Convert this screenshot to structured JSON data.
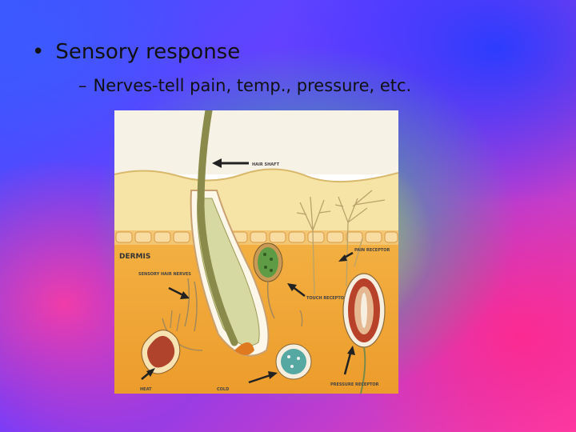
{
  "slide": {
    "bullet_symbol": "•",
    "bullet_text": "Sensory response",
    "sub_bullet_symbol": "–",
    "sub_bullet_text": "Nerves-tell pain, temp., pressure, etc."
  },
  "figure": {
    "labels": {
      "hair_shaft": "HAIR SHAFT",
      "dermis": "DERMIS",
      "sensory_hair_nerves": "SENSORY HAIR NERVES",
      "pain_receptor": "PAIN RECEPTOR",
      "touch_receptor": "TOUCH RECEPTOR",
      "heat": "HEAT",
      "cold": "COLD",
      "pressure_receptor": "PRESSURE RECEPTOR"
    }
  }
}
